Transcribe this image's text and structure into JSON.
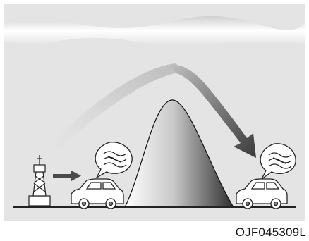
{
  "figure": {
    "code": "OJF045309L",
    "elements": {
      "tower": "radio-transmitter-tower",
      "left_car": "car-near-tower",
      "right_car": "car-behind-mountain",
      "mountain": "mountain",
      "left_bubble": "sound-waves-bubble",
      "right_bubble": "sound-waves-bubble",
      "signal_direct": "arrow-direct-signal",
      "signal_reflected": "arrow-ionosphere-reflected-signal",
      "sky_layer": "ionosphere-layer"
    },
    "colors": {
      "background": "#e4e4e4",
      "sky_band": "#ffffff",
      "arrow_dark": "#4a4a4a",
      "arrow_light": "#d8d8d8",
      "ground": "#222222"
    }
  }
}
